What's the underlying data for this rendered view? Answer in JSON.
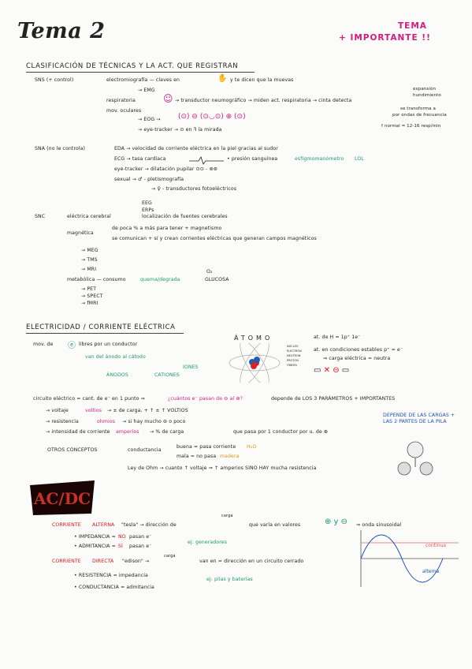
{
  "title": "Tema 2",
  "important": {
    "line1": "TEMA",
    "line2": "+ IMPORTANTE !!"
  },
  "section1": {
    "heading": "CLASIFICACIÓN DE TÉCNICAS Y LA ACT. QUE REGISTRAN",
    "sns": {
      "label": "SNS (+ control)",
      "l1": "electromiografía — claves en",
      "l1b": "y te dicen que la muevas",
      "l2": "→ EMG",
      "l3": "respiratoria",
      "l3b": "→ transductor neumográfico → miden act. respiratoria → cinta detecta",
      "note1": "expansión",
      "note2": "hundimiento",
      "note3": "se transforma a",
      "note4": "por ondas de frecuencia",
      "note5": "f normal = 12-16 resp/min",
      "l4": "mov. oculares",
      "l5": "→ EOG →",
      "l6": "→ eye-tracker → ⊙ en ꟻ la mirada"
    },
    "sna": {
      "label": "SNA (no le controla)",
      "l1": "EDA → velocidad de corriente eléctrica en la piel gracias al sudor",
      "l2a": "ECG → tasa cardíaca",
      "l2b": "• presión sanguínea",
      "l2c": "esfigmomanómetro",
      "l2d": "LOL",
      "l3": "eye-tracker → dilatación pupilar ⊙⊙ - ⊚⊚",
      "l4": "sexual → ♂ - pletismografía",
      "l5": "→ ♀ - transductores fotoeléctricos"
    },
    "snc": {
      "label": "SNC",
      "l1": "eléctrica cerebral",
      "eeg": "EEG",
      "erps": "ERPs",
      "loc": "localización de fuentes cerebrales",
      "mag": "magnética",
      "mag1": "de poca % a más para tener + magnetismo",
      "mag2": "se comunican + sí y crean corrientes eléctricas que generan campos magnéticos",
      "meg": "→ MEG",
      "tms": "→ TMS",
      "mri": "→ MRI",
      "meta": "metabólica — consumo",
      "meta2": "quema/degrada",
      "o2": "O₂",
      "glucosa": "GLUCOSA",
      "pet": "→ PET",
      "spect": "→ SPECT",
      "fmri": "→ fMRI"
    }
  },
  "section2": {
    "heading": "ELECTRICIDAD / CORRIENTE ELÉCTRICA",
    "l1": "mov. de",
    "l1b": "libres por un conductor",
    "l2": "van del ánodo al cátodo",
    "anodo": "ÁNODOS",
    "cationes": "CATIONES",
    "iones": "IONES",
    "atomo": "ÁTOMO",
    "h": "at. de H = 1p⁺ 1e⁻",
    "cond": "at. en condiciones estables p⁺ = e⁻",
    "cond2": "⇒ carga eléctrica = neutra",
    "legend1": "NÚCLEO",
    "legend2": "ELECTRÓN",
    "legend3": "NEUTRÓN",
    "legend4": "PROTÓN",
    "legend5": "ÓRBITA",
    "circ": "circuito eléctrico = cant. de e⁻ en 1 punto ⇒",
    "circ2": "¿cuántos e⁻ pasan de ⊖ al ⊕?",
    "circ3": "depende de LOS 3 PARÁMETROS + IMPORTANTES",
    "volt": "→ voltaje",
    "volt2": "voltios",
    "volt3": "→ ± de carga, + ↑ ± ↑ VOLTIOS",
    "res": "→ resistencia",
    "res2": "ohmios",
    "res3": "→ si hay mucho ⊖ o poco",
    "int": "→ intensidad de corriente",
    "int2": "amperios",
    "int3": "→ % de carga",
    "int4": "que pasa por 1 conductor por u. de ⊕",
    "depends": "DEPENDE DE LAS CARGAS + LAS 2 PARTES DE LA PILA",
    "otros": "OTROS CONCEPTOS",
    "cond_t": "conductancia",
    "buena": "buena = pasa corriente",
    "h2o": "H₂O",
    "mala": "mala = no pasa",
    "madera": "madera",
    "ohm": "Ley de Ohm → cuanto ↑ voltaje ⇒ ↑ amperios SINO HAY mucha resistencia"
  },
  "section3": {
    "logo": "AC/DC",
    "ca1": "CORRIENTE",
    "ca2": "ALTERNA",
    "ca3": "\"tesla\" → dirección de",
    "ca4": "que varía en valores",
    "ca5": "⇒ onda sinusoidal",
    "carga": "carga",
    "imp": "• IMPEDANCIA =",
    "imp2": "NO",
    "imp3": "pasan e⁻",
    "adm": "• ADMITANCIA =",
    "adm2": "SÍ",
    "adm3": "pasan e⁻",
    "gen": "ej: generadores",
    "cc1": "CORRIENTE",
    "cc2": "DIRECTA",
    "cc3": "\"edison\" →",
    "cc4": "van en = dirección en un circuito cerrado",
    "res": "• RESISTENCIA = impedancia",
    "cond": "• CONDUCTANCIA = admitancia",
    "pilas": "ej: pilas y baterías",
    "continua": "continua",
    "alterna": "alterna"
  },
  "colors": {
    "pink": "#d6197e",
    "green": "#1c9a6a",
    "orange": "#e0931c",
    "blue": "#1a4fb6"
  }
}
